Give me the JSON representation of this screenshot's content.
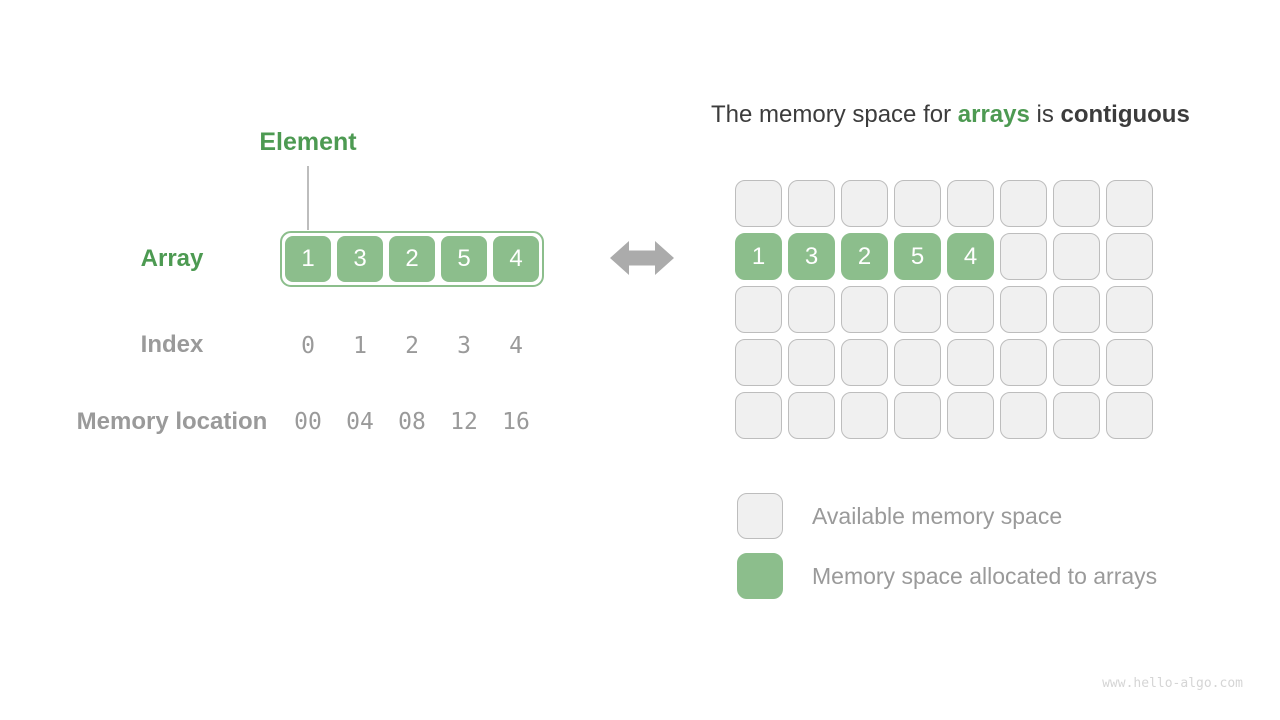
{
  "colors": {
    "green": "#8cbe8c",
    "green-dark": "#4d9a52",
    "gray-cell": "#f0f0f0",
    "gray-border": "#bdbdbd",
    "gray-text": "#9a9a9a",
    "dark-text": "#3c3c3c",
    "arrow": "#ababab",
    "line": "#bdbdbd",
    "watermark": "#d5d5d5",
    "white": "#ffffff"
  },
  "left_panel": {
    "element_label": "Element",
    "array_label": "Array",
    "index_label": "Index",
    "memory_label": "Memory location",
    "array_values": [
      "1",
      "3",
      "2",
      "5",
      "4"
    ],
    "index_values": [
      "0",
      "1",
      "2",
      "3",
      "4"
    ],
    "memory_values": [
      "00",
      "04",
      "08",
      "12",
      "16"
    ]
  },
  "right_panel": {
    "title": {
      "prefix": "The memory space for ",
      "highlight": "arrays",
      "middle": " is ",
      "emphasis": "contiguous"
    },
    "memory_grid": {
      "rows": 5,
      "cols": 8,
      "allocated_row": 1,
      "allocated_values": [
        "1",
        "3",
        "2",
        "5",
        "4"
      ]
    },
    "legend": [
      {
        "swatch": "available",
        "label": "Available memory space"
      },
      {
        "swatch": "allocated",
        "label": "Memory space allocated to arrays"
      }
    ]
  },
  "footer": {
    "watermark": "www.hello-algo.com"
  }
}
